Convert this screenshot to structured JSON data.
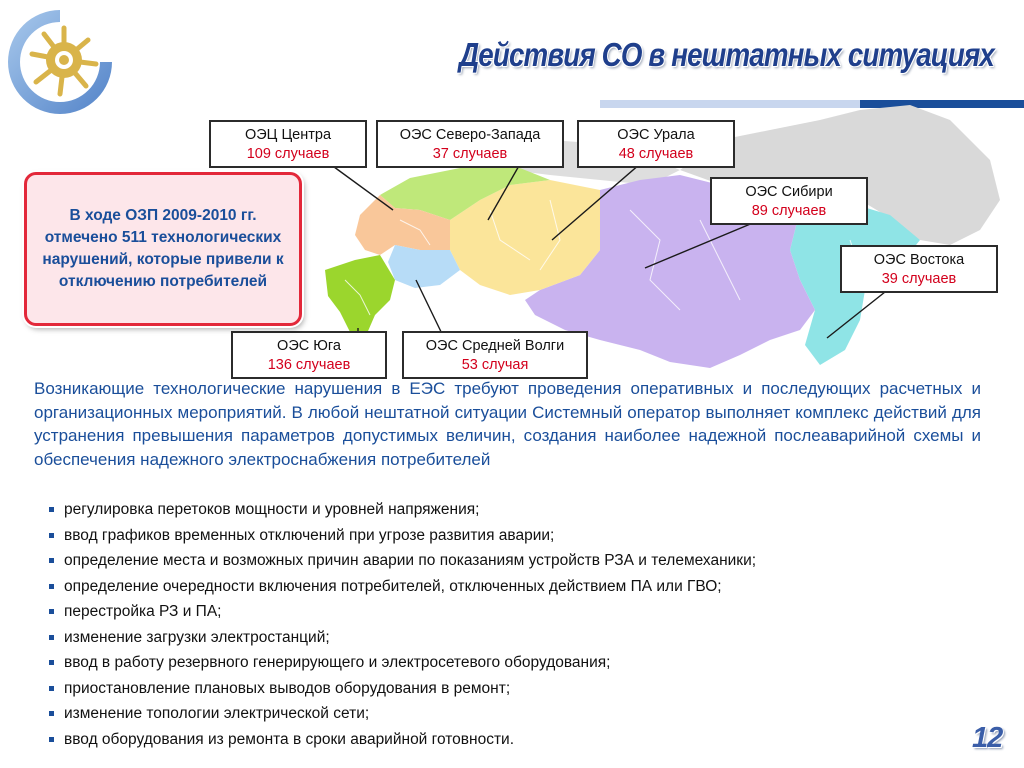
{
  "header": {
    "title": "Действия СО в нештатных ситуациях"
  },
  "callouts": {
    "center": {
      "name": "ОЭЦ Центра",
      "count": "109 случаев"
    },
    "northwest": {
      "name": "ОЭС Северо-Запада",
      "count": "37 случаев"
    },
    "ural": {
      "name": "ОЭС Урала",
      "count": "48 случаев"
    },
    "siberia": {
      "name": "ОЭС Сибири",
      "count": "89 случаев"
    },
    "east": {
      "name": "ОЭС Востока",
      "count": "39 случаев"
    },
    "south": {
      "name": "ОЭС Юга",
      "count": "136 случаев"
    },
    "volga": {
      "name": "ОЭС Средней Волги",
      "count": "53 случая"
    }
  },
  "summary_box": {
    "text": "В ходе ОЗП 2009-2010 гг. отмечено 511 технологических нарушений, которые привели к отключению потребителей"
  },
  "body": {
    "paragraph": "Возникающие технологические нарушения в ЕЭС требуют проведения оперативных и последующих расчетных и организационных мероприятий. В любой нештатной ситуации Системный оператор выполняет комплекс действий для устранения превышения параметров допустимых величин, создания наиболее надежной послеаварийной схемы и обеспечения надежного электроснабжения потребителей",
    "bullets": [
      "регулировка перетоков мощности и уровней напряжения;",
      "ввод графиков временных отключений при угрозе развития аварии;",
      "определение места и возможных причин аварии по показаниям устройств РЗА и телемеханики;",
      "определение очередности включения потребителей, отключенных действием ПА или ГВО;",
      "перестройка РЗ и ПА;",
      "изменение загрузки электростанций;",
      "ввод в работу резервного генерирующего и электросетевого оборудования;",
      "приостановление плановых выводов оборудования в ремонт;",
      "изменение топологии электрической сети;",
      "ввод оборудования из ремонта в сроки аварийной готовности."
    ]
  },
  "footer": {
    "page_number": "12"
  },
  "colors": {
    "title": "#1f3f8c",
    "accent_blue": "#1a4e9a",
    "count_red": "#d3001c",
    "box_border": "#e3283a",
    "box_fill": "#fde6ea",
    "region_center": "#f9c79a",
    "region_northwest": "#bfe87a",
    "region_ural": "#fbe59a",
    "region_siberia": "#c9b3ef",
    "region_east": "#8fe4e6",
    "region_south": "#9bd62d",
    "region_volga": "#b7dcf7",
    "region_other": "#d9d9d9"
  }
}
